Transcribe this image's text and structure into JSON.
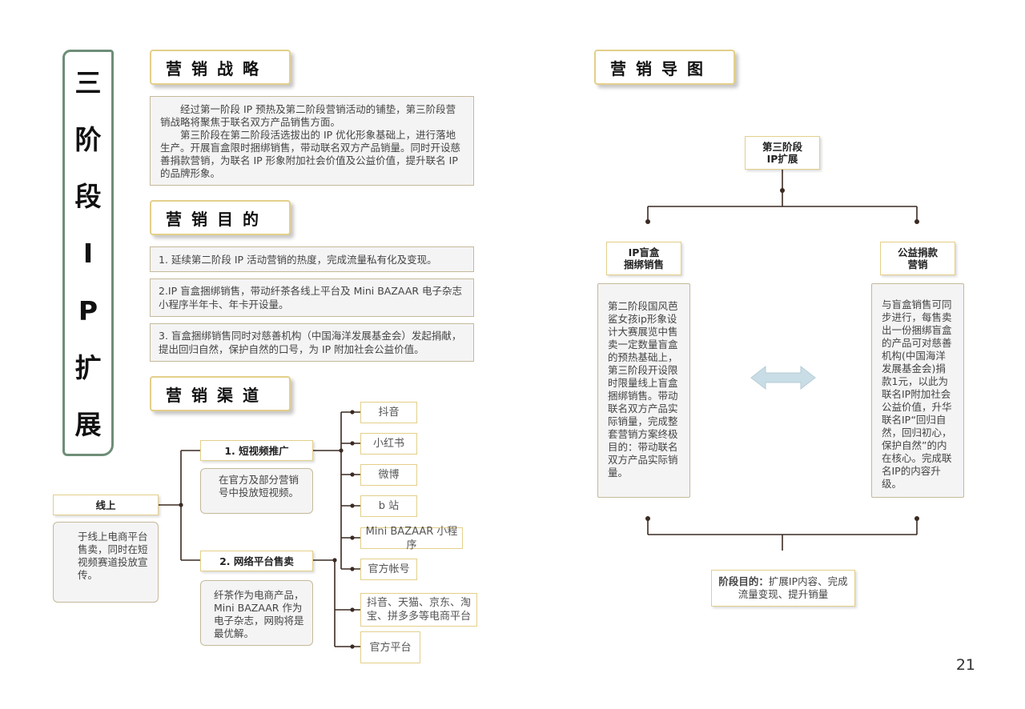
{
  "vertical_title": [
    "三",
    "阶",
    "段",
    "I",
    "P",
    "扩",
    "展"
  ],
  "strategy": {
    "header": "营销战略",
    "para1": "经过第一阶段 IP 预热及第二阶段营销活动的铺垫，第三阶段营销战略将聚焦于联名双方产品销售方面。",
    "para2": "第三阶段在第二阶段活选拔出的 IP 优化形象基础上，进行落地生产。开展盲盒限时捆绑销售，带动联名双方产品销量。同时开设慈善捐款营销，为联名 IP 形象附加社会价值及公益价值，提升联名 IP 的品牌形象。"
  },
  "goals": {
    "header": "营销目的",
    "items": [
      "1. 延续第二阶段 IP 活动营销的热度，完成流量私有化及变现。",
      "2.IP 盲盒捆绑销售，带动纤茶各线上平台及 Mini BAZAAR 电子杂志小程序半年卡、年卡开设量。",
      "3. 盲盒捆绑销售同时对慈善机构（中国海洋发展基金会）发起捐献，提出回归自然，保护自然的口号，为 IP 附加社会公益价值。"
    ]
  },
  "channels": {
    "header": "营销渠道",
    "root_label": "线上",
    "root_desc": "于线上电商平台售卖，同时在短视频赛道投放宣传。",
    "branch1_label": "1. 短视频推广",
    "branch1_desc": "在官方及部分营销号中投放短视频。",
    "branch1_leaves": [
      "抖音",
      "小红书",
      "微博",
      "b 站",
      "Mini BAZAAR 小程序",
      "官方帐号"
    ],
    "branch2_label": "2. 网络平台售卖",
    "branch2_desc": "纤茶作为电商产品，Mini BAZAAR 作为电子杂志，网购将是最优解。",
    "branch2_leaves": [
      "抖音、天猫、京东、淘宝、拼多多等电商平台",
      "官方平台"
    ]
  },
  "mindmap": {
    "header": "营销导图",
    "top": "第三阶段\nIP扩展",
    "left_label": "IP盲盒\n捆绑销售",
    "left_desc": "第二阶段国风芭鲨女孩ip形象设计大赛展览中售卖一定数量盲盒的预热基础上，第三阶段开设限时限量线上盲盒捆绑销售。带动联名双方产品实际销量，完成整套营销方案终极目的：带动联名双方产品实际销量。",
    "right_label": "公益捐款\n营销",
    "right_desc": "与盲盒销售可同步进行，每售卖出一份捆绑盲盒的产品可对慈善机构(中国海洋发展基金会)捐款1元，以此为联名IP附加社会公益价值，升华联名IP“回归自然，回归初心，保护自然”的内在核心。完成联名IP的内容升级。",
    "bottom_label": "阶段目的：",
    "bottom_text": "扩展IP内容、完成流量变现、提升销量"
  },
  "page_number": "21",
  "colors": {
    "title_border": "#6e8e78",
    "gold_border": "#e3cf8a",
    "box_border": "#c5b99a",
    "box_fill": "#f4f4f4",
    "line": "#3a2a22",
    "arrow": "#c9dde6"
  }
}
